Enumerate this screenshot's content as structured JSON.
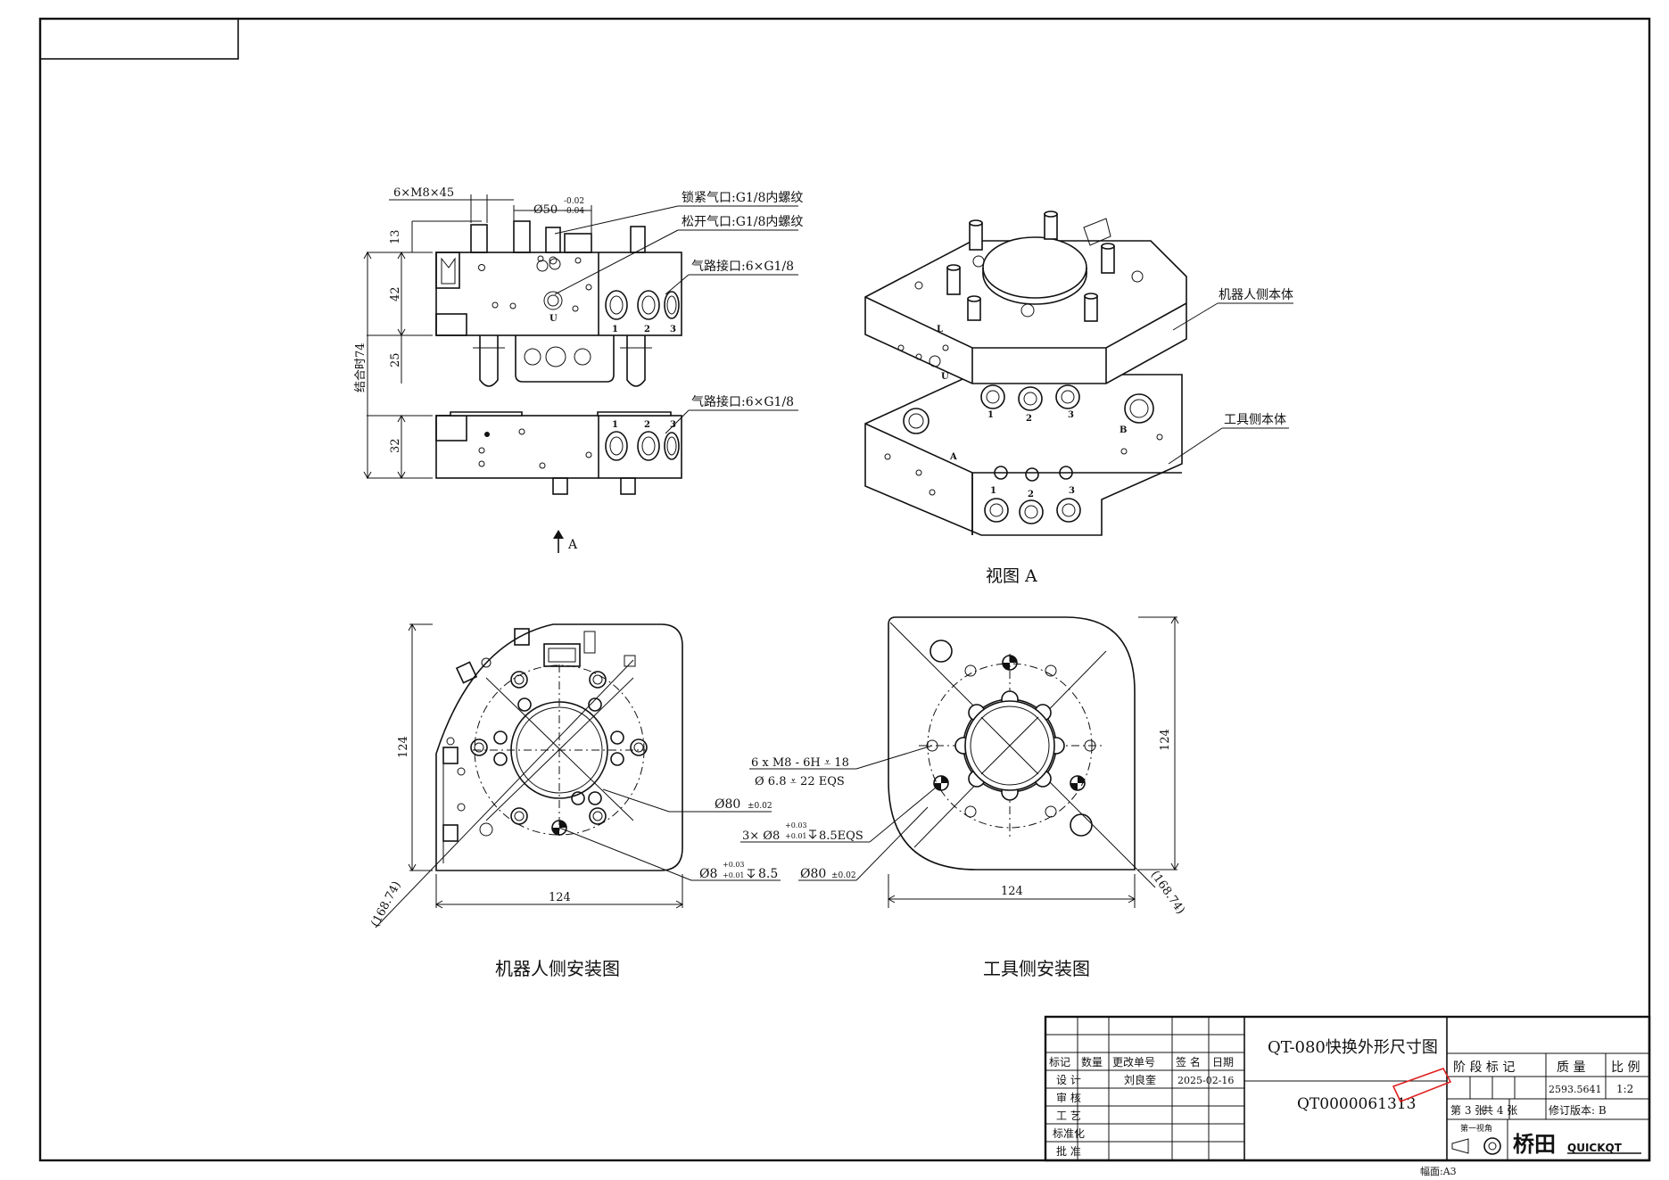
{
  "front_view": {
    "bolt_label": "6×M8×45",
    "dia_label": "Ø50",
    "dia_tol_upper": "-0.02",
    "dia_tol_lower": "-0.04",
    "lock_port": "锁紧气口:G1/8内螺纹",
    "release_port": "松开气口:G1/8内螺纹",
    "air_port_top": "气路接口:6×G1/8",
    "air_port_bottom": "气路接口:6×G1/8",
    "dim_13": "13",
    "dim_42": "42",
    "dim_25": "25",
    "dim_32": "32",
    "dim_74": "结合时74",
    "port_1": "1",
    "port_2": "2",
    "port_3": "3",
    "label_u": "U",
    "view_arrow": "A"
  },
  "iso_view": {
    "robot_side": "机器人侧本体",
    "tool_side": "工具侧本体",
    "caption": "视图 A",
    "label_l": "L",
    "label_u": "U",
    "label_a": "A",
    "label_b": "B",
    "port_1": "1",
    "port_2": "2",
    "port_3": "3"
  },
  "robot_install": {
    "dim_124_v": "124",
    "dim_124_h": "124",
    "diag": "(168.74)",
    "d80": "Ø80",
    "d80_tol": "±0.02",
    "d8": "Ø8",
    "d8_tol_upper": "+0.03",
    "d8_tol_lower": "+0.01",
    "d8_depth": "8.5",
    "caption": "机器人侧安装图"
  },
  "tool_install": {
    "m8_line1": "6 x  M8 - 6H ⩡ 18",
    "m8_line2": "Ø 6.8 ⩡ 22 EQS",
    "d8_prefix": "3× Ø8",
    "d8_tol_upper": "+0.03",
    "d8_tol_lower": "+0.01",
    "d8_depth": "8.5EQS",
    "d80": "Ø80",
    "d80_tol": "±0.02",
    "dim_124_v": "124",
    "dim_124_h": "124",
    "diag": "(168.74)",
    "caption": "工具侧安装图"
  },
  "title_block": {
    "headers": [
      "标记",
      "数量",
      "更改单号",
      "签 名",
      "日期"
    ],
    "rows": [
      "设 计",
      "审 核",
      "工 艺",
      "标准化",
      "批 准"
    ],
    "designer": "刘良奎",
    "design_date": "2025-02-16",
    "title": "QT-080快换外形尺寸图",
    "drawing_no": "QT0000061313",
    "stage_label": "阶 段 标 记",
    "mass_label": "质 量",
    "scale_label": "比 例",
    "mass": "2593.5641",
    "scale": "1:2",
    "sheet_no": "第 3 张",
    "sheet_total": "共 4 张",
    "revision": "修订版本: B",
    "projection": "第一视角",
    "logo_cn": "桥田",
    "logo_en": "QUICKQT",
    "paper_size": "幅面:A3"
  }
}
